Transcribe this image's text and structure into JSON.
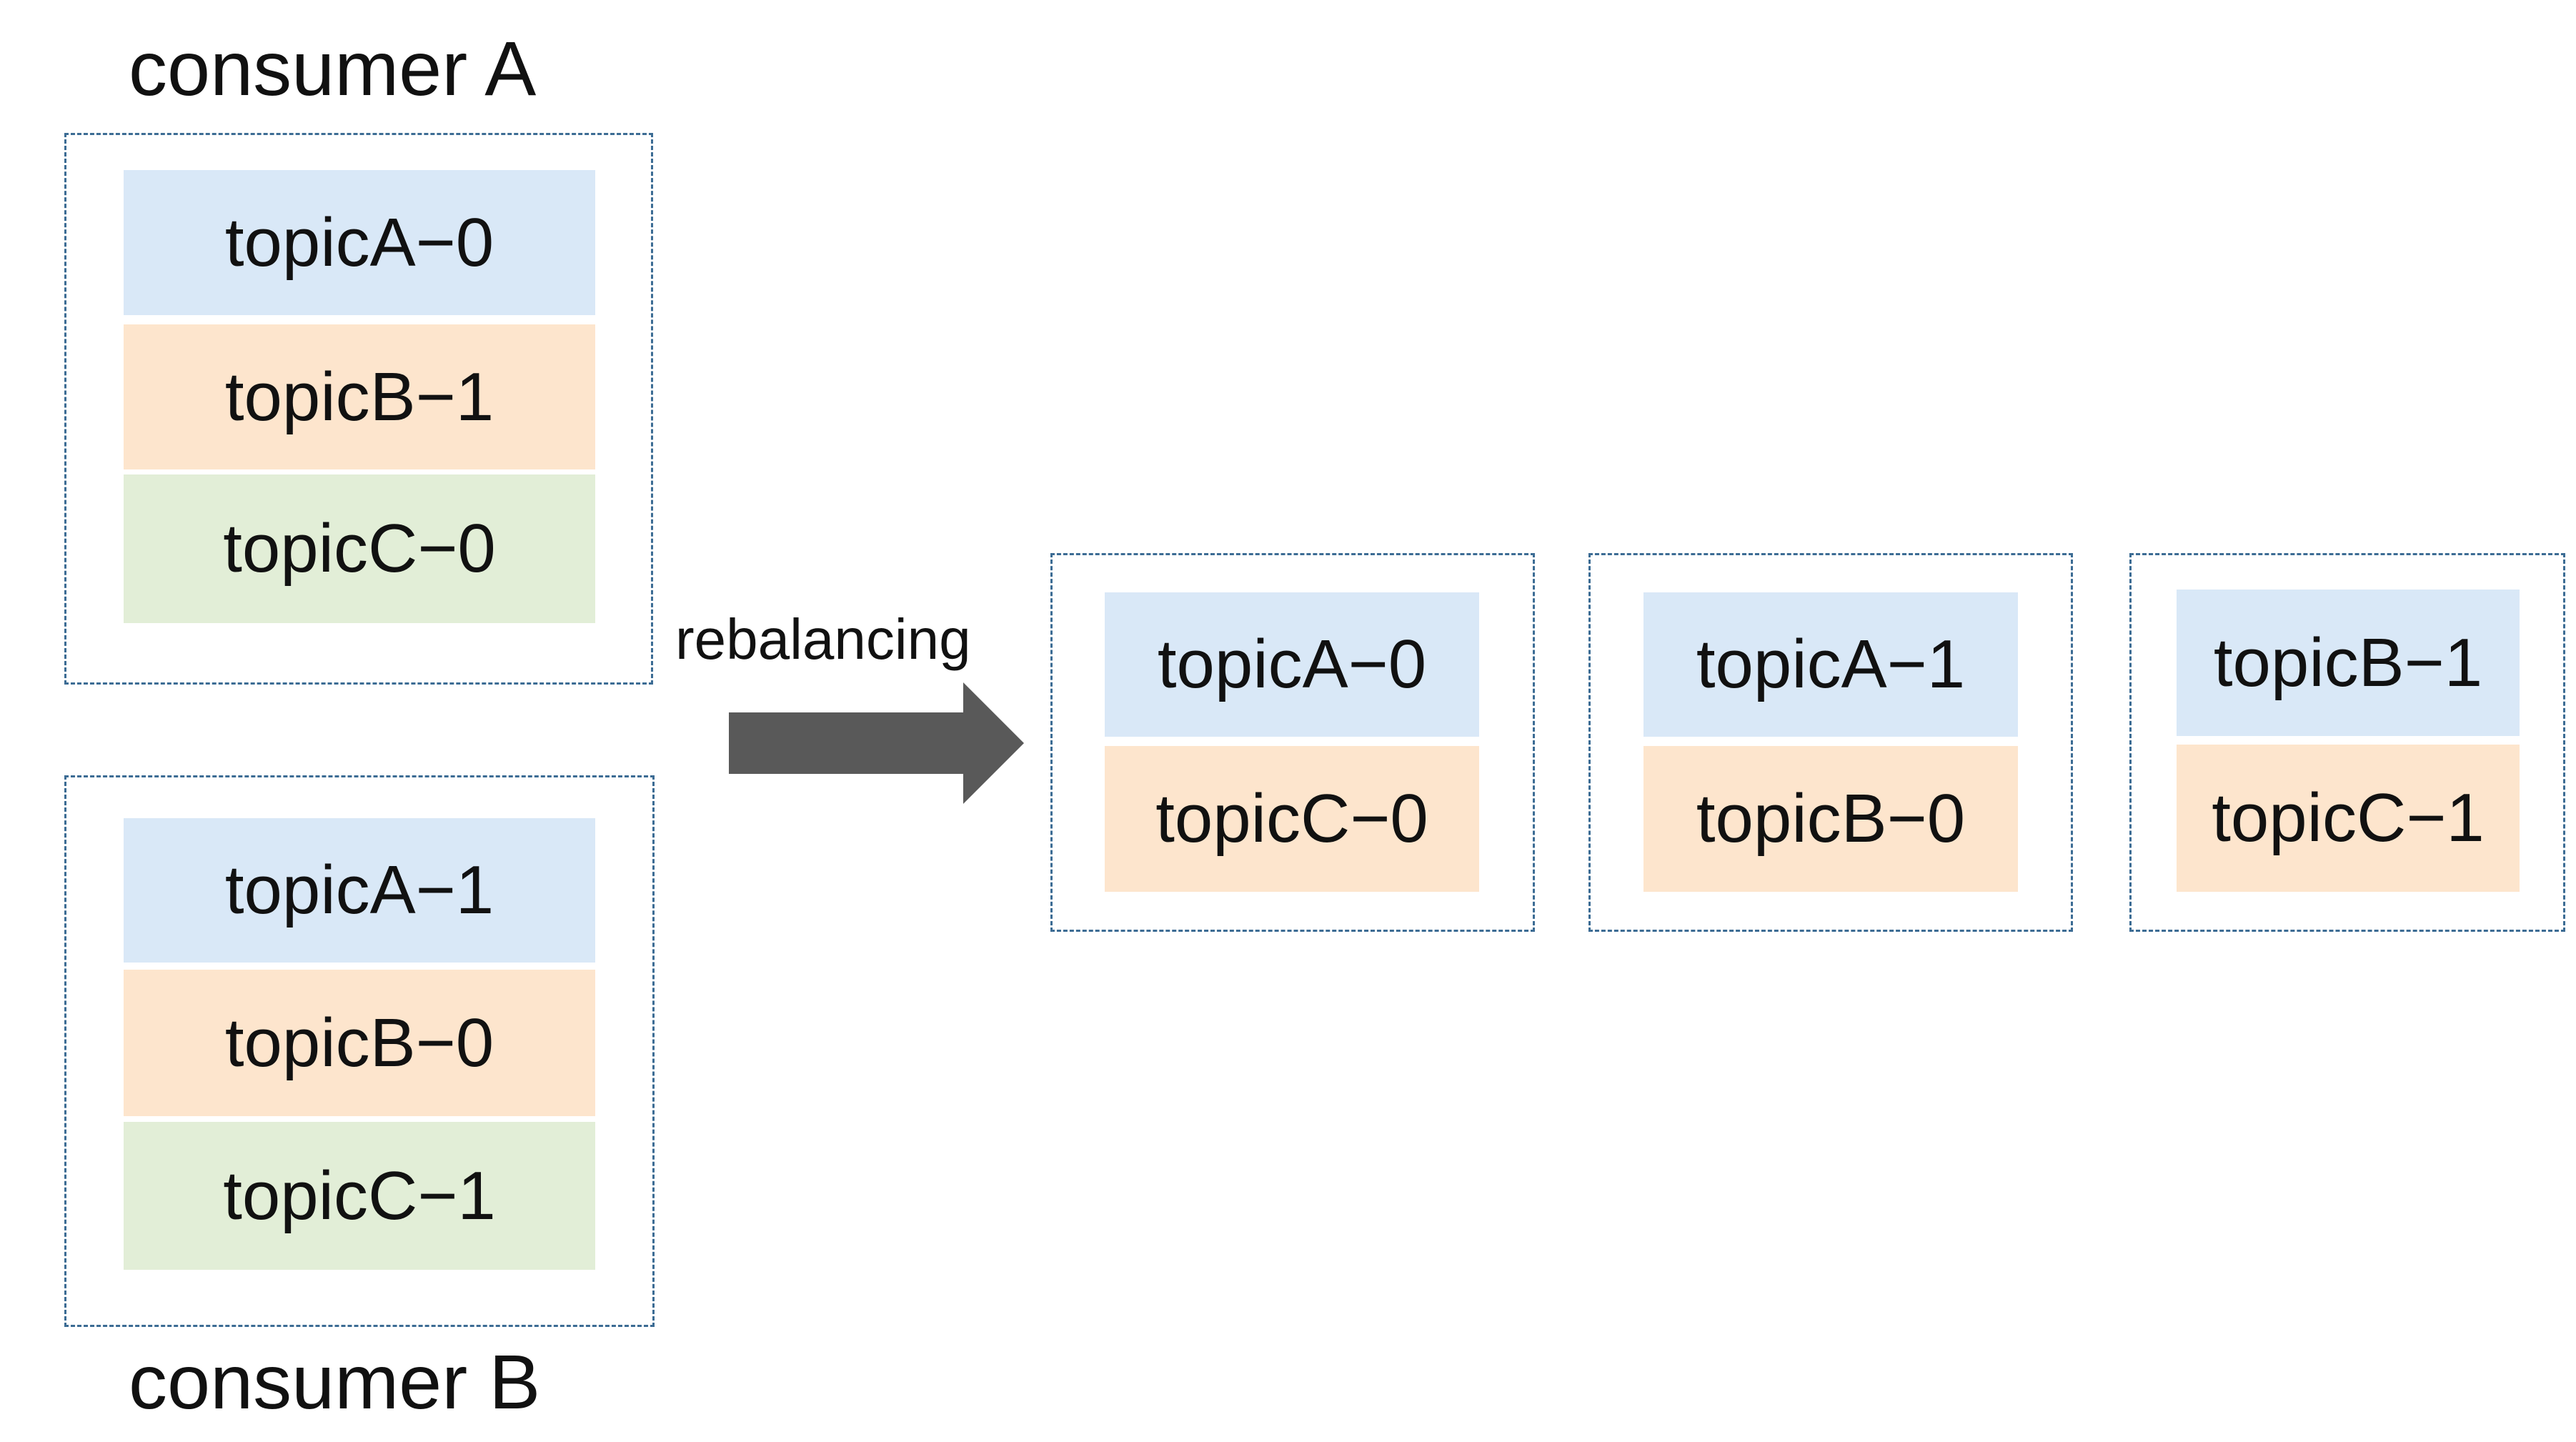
{
  "colors": {
    "blue": "#d9e8f7",
    "orange": "#fde5cd",
    "green": "#e2eed7",
    "border": "#3c6c94",
    "arrow": "#595959"
  },
  "consumerA": {
    "title": "consumer A",
    "partitions": [
      {
        "label": "topicA−0",
        "color": "blue"
      },
      {
        "label": "topicB−1",
        "color": "orange"
      },
      {
        "label": "topicC−0",
        "color": "green"
      }
    ]
  },
  "consumerB": {
    "title": "consumer B",
    "partitions": [
      {
        "label": "topicA−1",
        "color": "blue"
      },
      {
        "label": "topicB−0",
        "color": "orange"
      },
      {
        "label": "topicC−1",
        "color": "green"
      }
    ]
  },
  "arrow": {
    "label": "rebalancing",
    "icon": "right-arrow-icon"
  },
  "result": [
    {
      "partitions": [
        {
          "label": "topicA−0",
          "color": "blue"
        },
        {
          "label": "topicC−0",
          "color": "orange"
        }
      ]
    },
    {
      "partitions": [
        {
          "label": "topicA−1",
          "color": "blue"
        },
        {
          "label": "topicB−0",
          "color": "orange"
        }
      ]
    },
    {
      "partitions": [
        {
          "label": "topicB−1",
          "color": "blue"
        },
        {
          "label": "topicC−1",
          "color": "orange"
        }
      ]
    }
  ]
}
